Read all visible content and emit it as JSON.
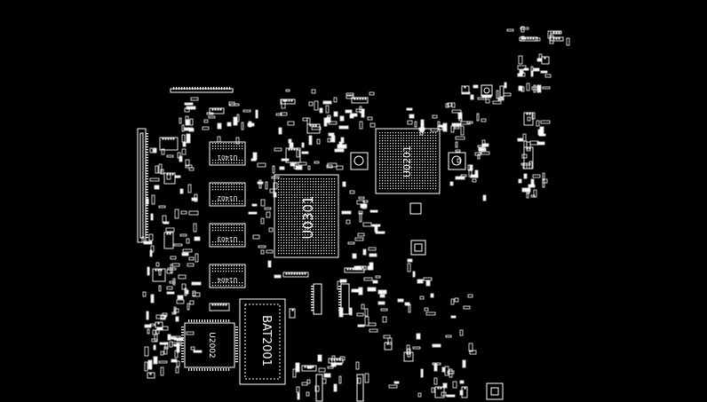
{
  "board": {
    "background": "#000000",
    "trace_color": "#ffffff",
    "labels": {
      "cpu": "U0301",
      "pch": "U0201",
      "battery": "BAT2001",
      "flash": "U2002",
      "ram1": "U1401",
      "ram2": "U1402",
      "ram3": "U1403",
      "ram4": "U1404"
    }
  }
}
